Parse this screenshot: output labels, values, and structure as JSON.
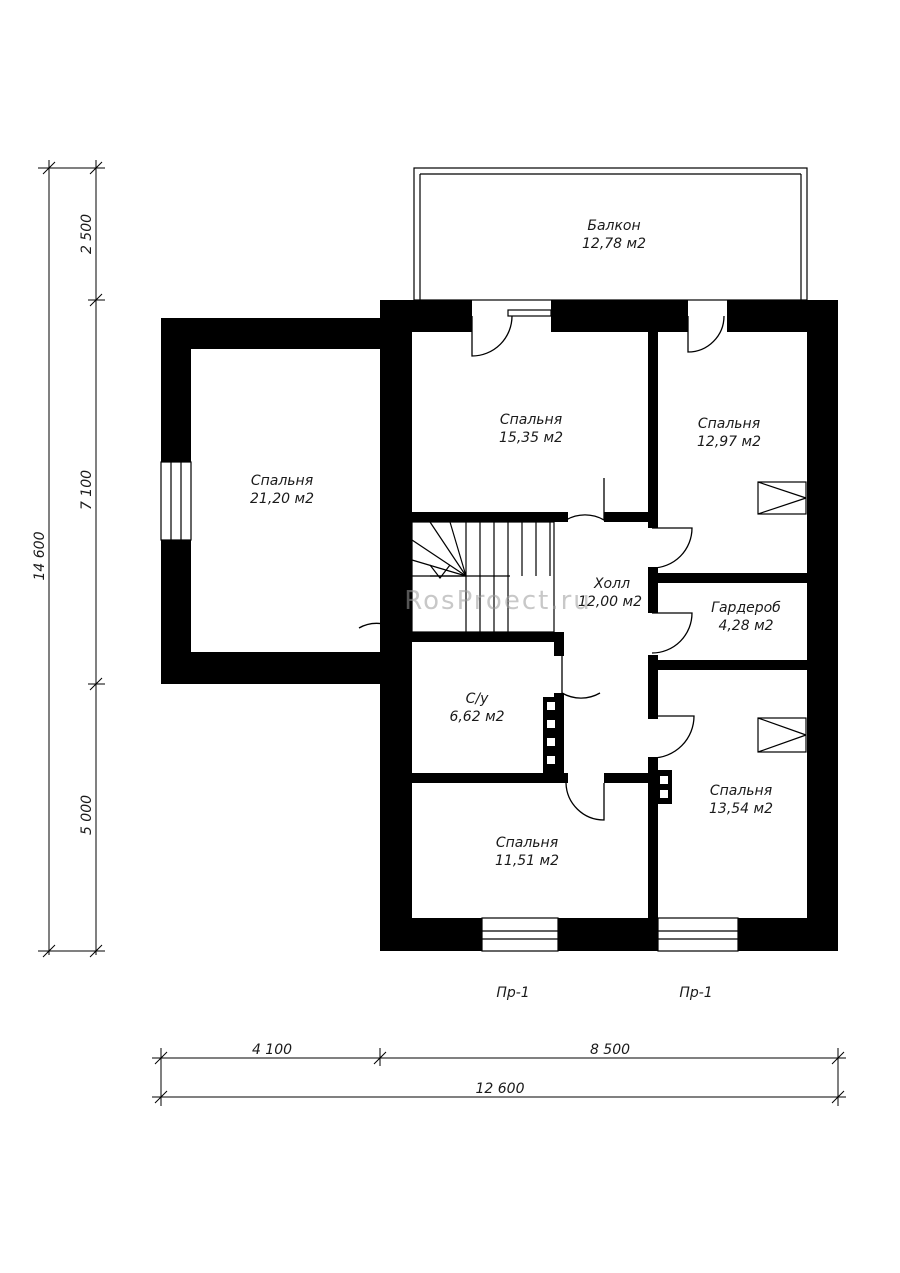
{
  "rooms": {
    "balcony": {
      "name": "Балкон",
      "area": "12,78 м2"
    },
    "bed_left": {
      "name": "Спальня",
      "area": "21,20 м2"
    },
    "bed_top": {
      "name": "Спальня",
      "area": "15,35 м2"
    },
    "bed_tr": {
      "name": "Спальня",
      "area": "12,97 м2"
    },
    "hall": {
      "name": "Холл",
      "area": "12,00 м2"
    },
    "wardrobe": {
      "name": "Гардероб",
      "area": "4,28 м2"
    },
    "bath": {
      "name": "С/у",
      "area": "6,62 м2"
    },
    "bed_br": {
      "name": "Спальня",
      "area": "13,54 м2"
    },
    "bed_bot": {
      "name": "Спальня",
      "area": "11,51 м2"
    }
  },
  "section_marks": [
    "Пр-1",
    "Пр-1"
  ],
  "dimensions": {
    "vertical_total": "14 600",
    "vertical_parts": [
      "2 500",
      "7 100",
      "5 000"
    ],
    "horizontal_parts": [
      "4 100",
      "8 500"
    ],
    "horizontal_total": "12 600"
  },
  "watermark": "RosProect.ru"
}
